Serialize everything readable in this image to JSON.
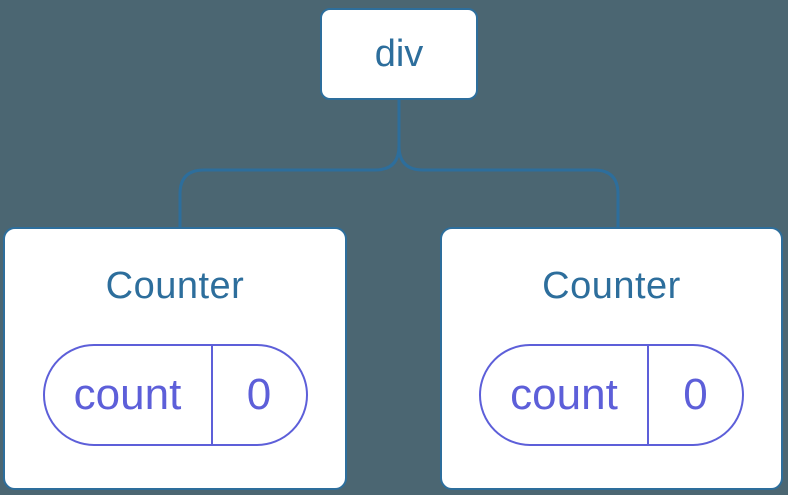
{
  "colors": {
    "background": "#4B6672",
    "accent_blue": "#2D6E9C",
    "accent_purple": "#5D5FD9",
    "card_fill": "#FFFFFF"
  },
  "tree": {
    "root": {
      "label": "div"
    },
    "children": [
      {
        "title": "Counter",
        "state": {
          "key": "count",
          "value": "0"
        }
      },
      {
        "title": "Counter",
        "state": {
          "key": "count",
          "value": "0"
        }
      }
    ]
  }
}
